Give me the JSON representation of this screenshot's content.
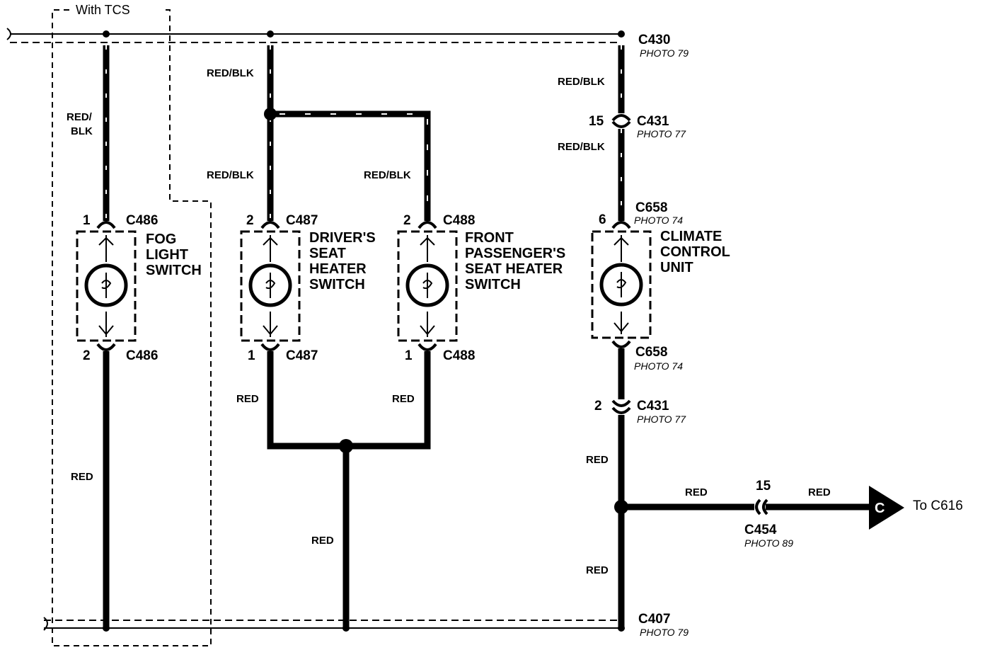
{
  "tcs_label": "With TCS",
  "wires": {
    "red_blk": "RED/BLK",
    "red_slash": "RED/",
    "blk": "BLK",
    "red": "RED"
  },
  "connectors": {
    "c430": "C430",
    "c431": "C431",
    "c658": "C658",
    "c486": "C486",
    "c487": "C487",
    "c488": "C488",
    "c454": "C454",
    "c407": "C407"
  },
  "photos": {
    "p79": "PHOTO 79",
    "p77": "PHOTO 77",
    "p74": "PHOTO 74",
    "p89": "PHOTO 89"
  },
  "pins": {
    "p1": "1",
    "p2": "2",
    "p6": "6",
    "p15": "15"
  },
  "components": {
    "fog": [
      "FOG",
      "LIGHT",
      "SWITCH"
    ],
    "driver": [
      "DRIVER'S",
      "SEAT",
      "HEATER",
      "SWITCH"
    ],
    "passenger": [
      "FRONT",
      "PASSENGER'S",
      "SEAT HEATER",
      "SWITCH"
    ],
    "climate": [
      "CLIMATE",
      "CONTROL",
      "UNIT"
    ]
  },
  "offpage": {
    "connector_letter": "C",
    "label": "To C616"
  }
}
